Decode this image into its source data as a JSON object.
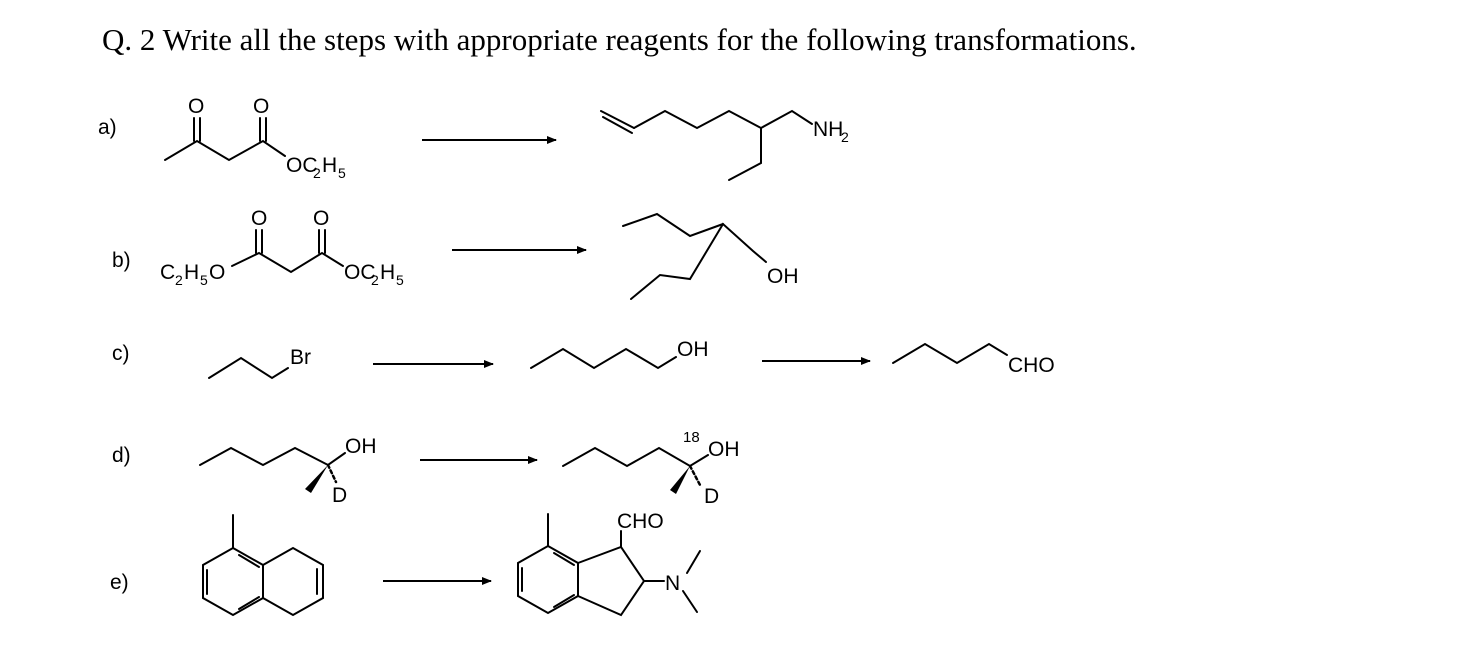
{
  "question": {
    "text": "Q. 2 Write all the steps with appropriate reagents for the following transformations."
  },
  "parts": [
    {
      "label": "a)",
      "reactant": {
        "atoms": [
          "O",
          "O",
          "OC",
          "H"
        ],
        "subscripts": [
          "2",
          "5"
        ]
      },
      "product": {
        "atoms": [
          "NH"
        ],
        "subscripts": [
          "2"
        ]
      }
    },
    {
      "label": "b)",
      "reactant": {
        "atoms": [
          "O",
          "O",
          "C",
          "H",
          "O",
          "OC",
          "H"
        ],
        "subscripts": [
          "2",
          "5",
          "2",
          "5"
        ]
      },
      "product": {
        "atoms": [
          "OH"
        ]
      }
    },
    {
      "label": "c)",
      "reactant": {
        "atoms": [
          "Br"
        ]
      },
      "intermediate": {
        "atoms": [
          "OH"
        ]
      },
      "product": {
        "atoms": [
          "CHO"
        ]
      }
    },
    {
      "label": "d)",
      "reactant": {
        "atoms": [
          "OH",
          "D"
        ]
      },
      "product": {
        "atoms": [
          "OH",
          "D"
        ],
        "isotope": "18"
      }
    },
    {
      "label": "e)",
      "product": {
        "atoms": [
          "CHO",
          "N"
        ]
      }
    }
  ]
}
